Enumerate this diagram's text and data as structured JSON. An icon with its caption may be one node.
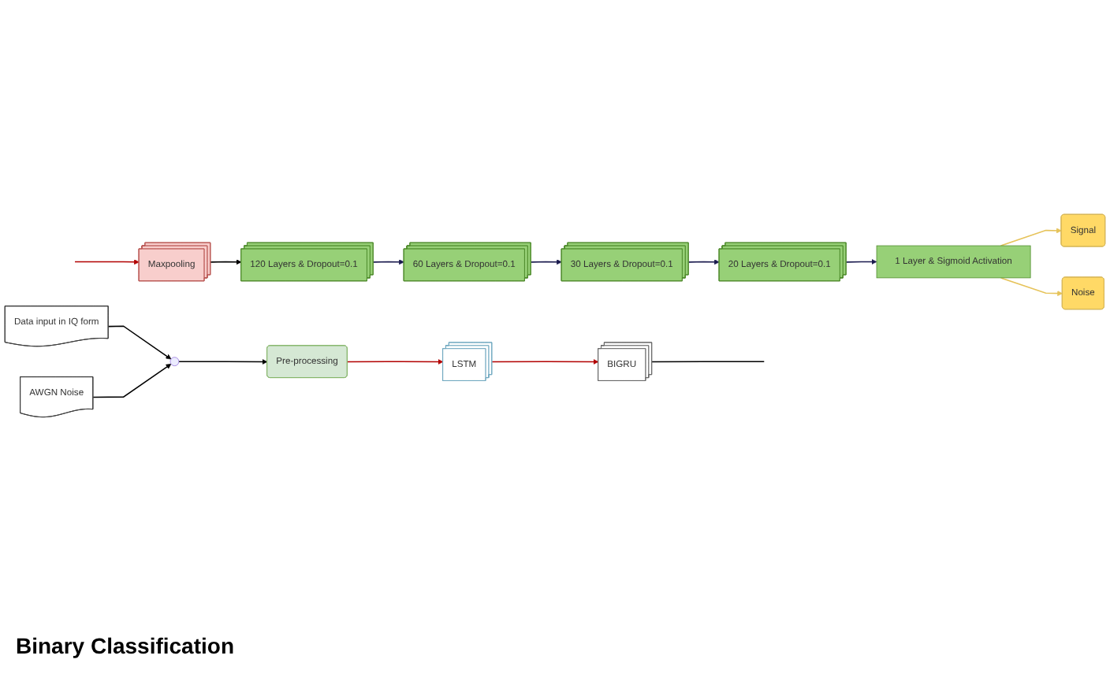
{
  "diagram": {
    "nodes": [
      {
        "text": [
          "Data input in IQ form"
        ]
      },
      {
        "text": [],
        "shape": "circle"
      },
      {
        "text": [
          "AWGN Noise"
        ]
      },
      {
        "text": [
          "Pre-processing"
        ]
      },
      {
        "text": [
          "LSTM"
        ]
      },
      {
        "text": [
          "BIGRU"
        ]
      },
      {
        "text": [
          "Maxpooling"
        ]
      },
      {
        "text": [
          "120 Layers & Dropout=0.1"
        ]
      },
      {
        "text": [
          "60 Layers & Dropout=0.1"
        ]
      },
      {
        "text": [
          "30 Layers & Dropout=0.1"
        ]
      },
      {
        "text": [
          "20 Layers & Dropout=0.1"
        ]
      },
      {
        "text": [
          "1 Layer & Sigmoid Activation"
        ]
      },
      {
        "text": [
          "Signal"
        ]
      },
      {
        "text": [
          "Noise"
        ]
      }
    ],
    "edges": [
      {
        "from": 0,
        "to": 1,
        "arrow": "to"
      },
      {
        "from": 2,
        "to": 1,
        "arrow": "to"
      },
      {
        "from": 1,
        "to": 3,
        "arrow": "to"
      },
      {
        "from": 3,
        "to": 4,
        "arrow": "to",
        "color": "#b20000"
      },
      {
        "from": 4,
        "to": 5,
        "arrow": "to",
        "color": "#b20000"
      },
      {
        "from": 5,
        "to": null,
        "arrow": "none"
      },
      {
        "from": null,
        "to": 6,
        "arrow": "to",
        "color": "#b20000"
      },
      {
        "from": 6,
        "to": 7,
        "arrow": "to"
      },
      {
        "from": 7,
        "to": 8,
        "arrow": "to",
        "color": "#1a1a4e"
      },
      {
        "from": 8,
        "to": 9,
        "arrow": "to",
        "color": "#1a1a4e"
      },
      {
        "from": 9,
        "to": 10,
        "arrow": "to",
        "color": "#1a1a4e"
      },
      {
        "from": 10,
        "to": 11,
        "arrow": "to",
        "color": "#1a1a4e"
      },
      {
        "from": 11,
        "to": 12,
        "arrow": "to",
        "color": "#e6c35a"
      },
      {
        "from": 11,
        "to": 13,
        "arrow": "to",
        "color": "#e6c35a"
      }
    ],
    "labels": [
      "Binary Classification"
    ]
  }
}
